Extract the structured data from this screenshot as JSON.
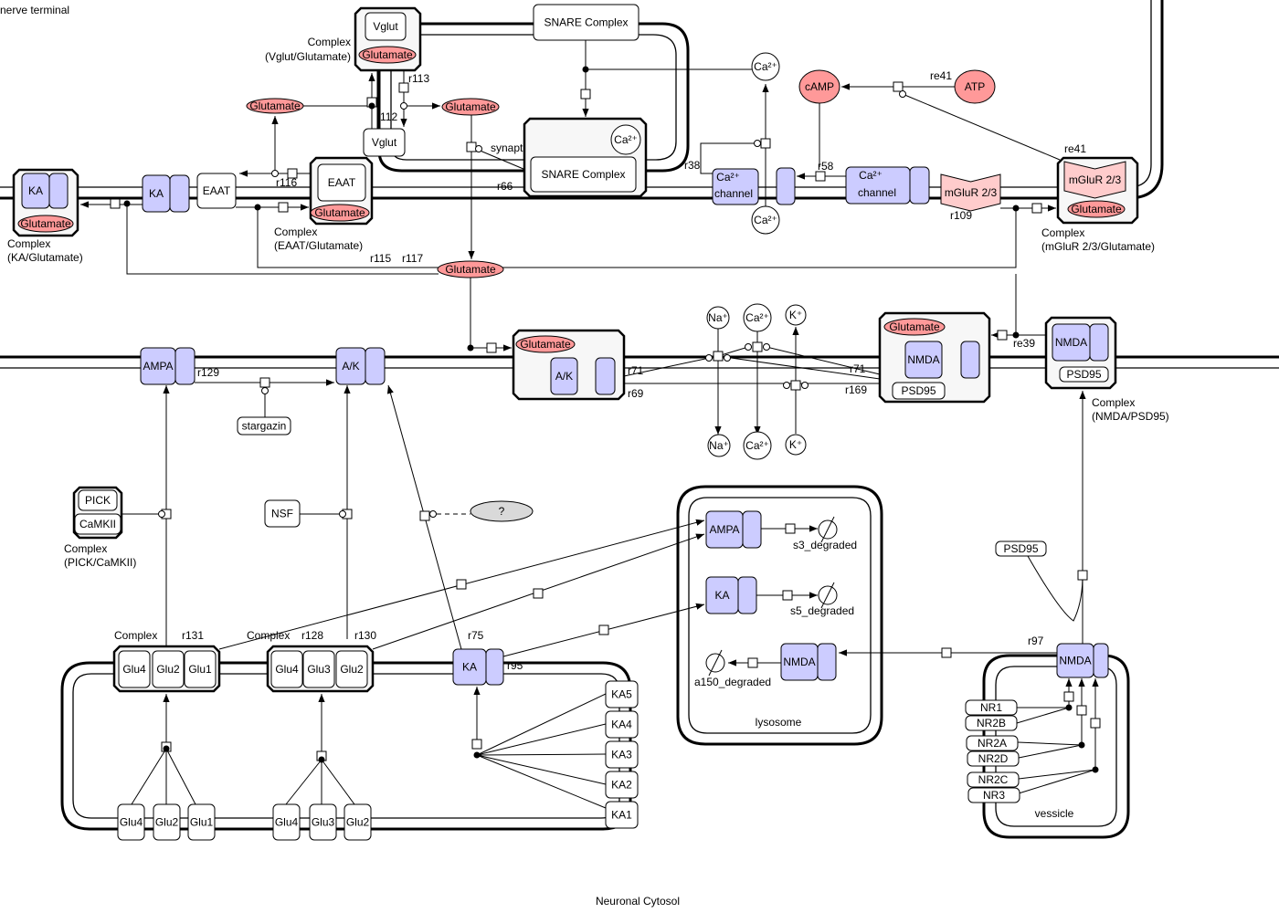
{
  "compartments": {
    "nerve_terminal": "nerve terminal",
    "cytosol": "Neuronal Cytosol",
    "lysosome": "lysosome",
    "vessicle": "vessicle"
  },
  "colors": {
    "receptor": "#ccccff",
    "simple_molecule": "#ff9999",
    "mglur": "#ffcccc",
    "complex_fill": "#f7f7f7",
    "phenotype": "#d9d9d9"
  },
  "nodes": {
    "vglut_in_cplx": "Vglut",
    "cplx_label": "Complex",
    "cplx_vglut_name": "(Vglut/Glutamate)",
    "glutamate": "Glutamate",
    "snare_complex": "SNARE Complex",
    "ca": "Ca²⁺",
    "ca_channel_1": "Ca²⁺",
    "ca_channel_2": "channel",
    "camp": "cAMP",
    "atp": "ATP",
    "vglut": "Vglut",
    "synapt": "synapt",
    "ka": "KA",
    "cplx_ka_name": "(KA/Glutamate)",
    "eaat": "EAAT",
    "cplx_eaat_name": "(EAAT/Glutamate)",
    "mglur": "mGluR 2/3",
    "cplx_mglur_name": "(mGluR 2/3/Glutamate)",
    "ampa": "AMPA",
    "ak": "A/K",
    "na": "Na⁺",
    "k": "K⁺",
    "nmda": "NMDA",
    "psd95": "PSD95",
    "cplx_nmda_name": "(NMDA/PSD95)",
    "stargazin": "stargazin",
    "pick": "PICK",
    "camkii": "CaMKII",
    "cplx_pick_name": "(PICK/CaMKII)",
    "nsf": "NSF",
    "unknown": "?",
    "s3_degraded": "s3_degraded",
    "s5_degraded": "s5_degraded",
    "a150_degraded": "a150_degraded",
    "glu1": "Glu1",
    "glu2": "Glu2",
    "glu3": "Glu3",
    "glu4": "Glu4",
    "ka1": "KA1",
    "ka2": "KA2",
    "ka3": "KA3",
    "ka4": "KA4",
    "ka5": "KA5",
    "nr1": "NR1",
    "nr2a": "NR2A",
    "nr2b": "NR2B",
    "nr2c": "NR2C",
    "nr2d": "NR2D",
    "nr3": "NR3"
  },
  "reactions": {
    "r113": "r113",
    "r112": "r112",
    "r116": "r116",
    "r66": "r66",
    "r38": "r38",
    "r58": "r58",
    "re41": "re41",
    "r109": "r109",
    "r115": "r115",
    "r117": "r117",
    "r129": "r129",
    "r71": "r71",
    "r69": "r69",
    "r169": "r169",
    "re39": "re39",
    "r131": "r131",
    "r128": "r128",
    "r130": "r130",
    "r75": "r75",
    "r95": "r95",
    "r97": "r97"
  }
}
